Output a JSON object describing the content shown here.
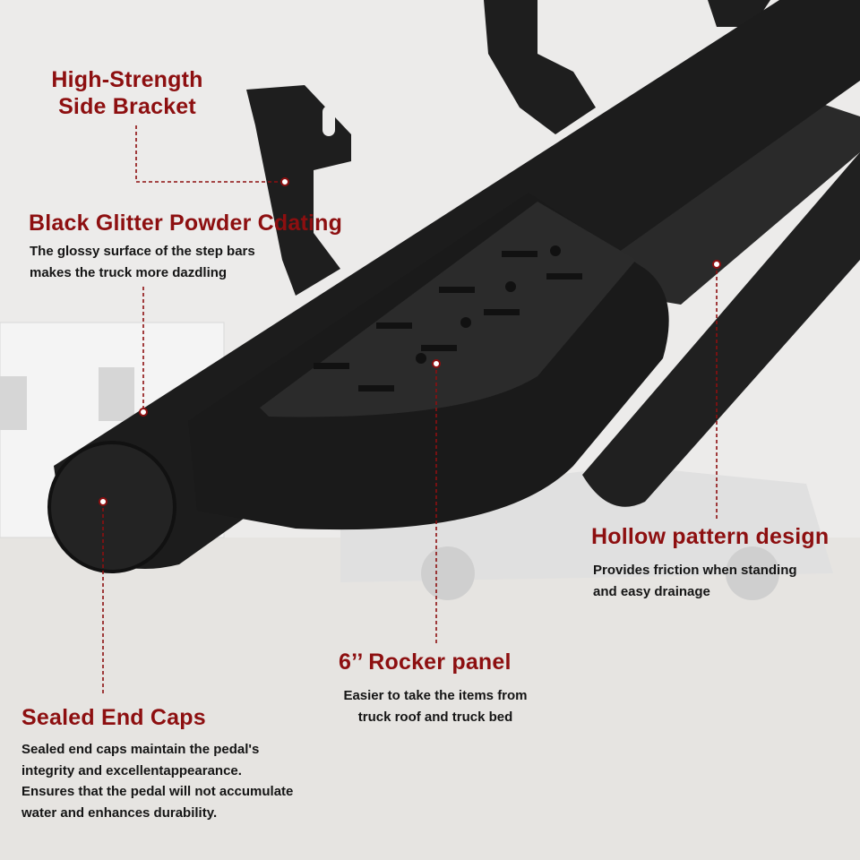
{
  "colors": {
    "accent": "#8d0f10",
    "body_text": "#151515",
    "product": "#1d1d1d",
    "background": "#ecebea"
  },
  "callouts": {
    "bracket": {
      "title_line1": "High-Strength",
      "title_line2": "Side Bracket"
    },
    "coating": {
      "title": "Black Glitter Powder Cdating",
      "desc_line1": "The glossy surface of the step bars",
      "desc_line2": "makes the truck more dazdling"
    },
    "hollow": {
      "title": "Hollow pattern design",
      "desc_line1": "Provides friction when standing",
      "desc_line2": "and easy drainage"
    },
    "rocker": {
      "title": "6’’  Rocker panel",
      "desc_line1": "Easier to take the items from",
      "desc_line2": "truck roof and truck bed"
    },
    "endcaps": {
      "title": "Sealed End Caps",
      "desc_line1": "Sealed end caps maintain the pedal's",
      "desc_line2": "integrity and excellentappearance.",
      "desc_line3": "Ensures that the pedal will not accumulate",
      "desc_line4": "water and enhances durability."
    }
  }
}
